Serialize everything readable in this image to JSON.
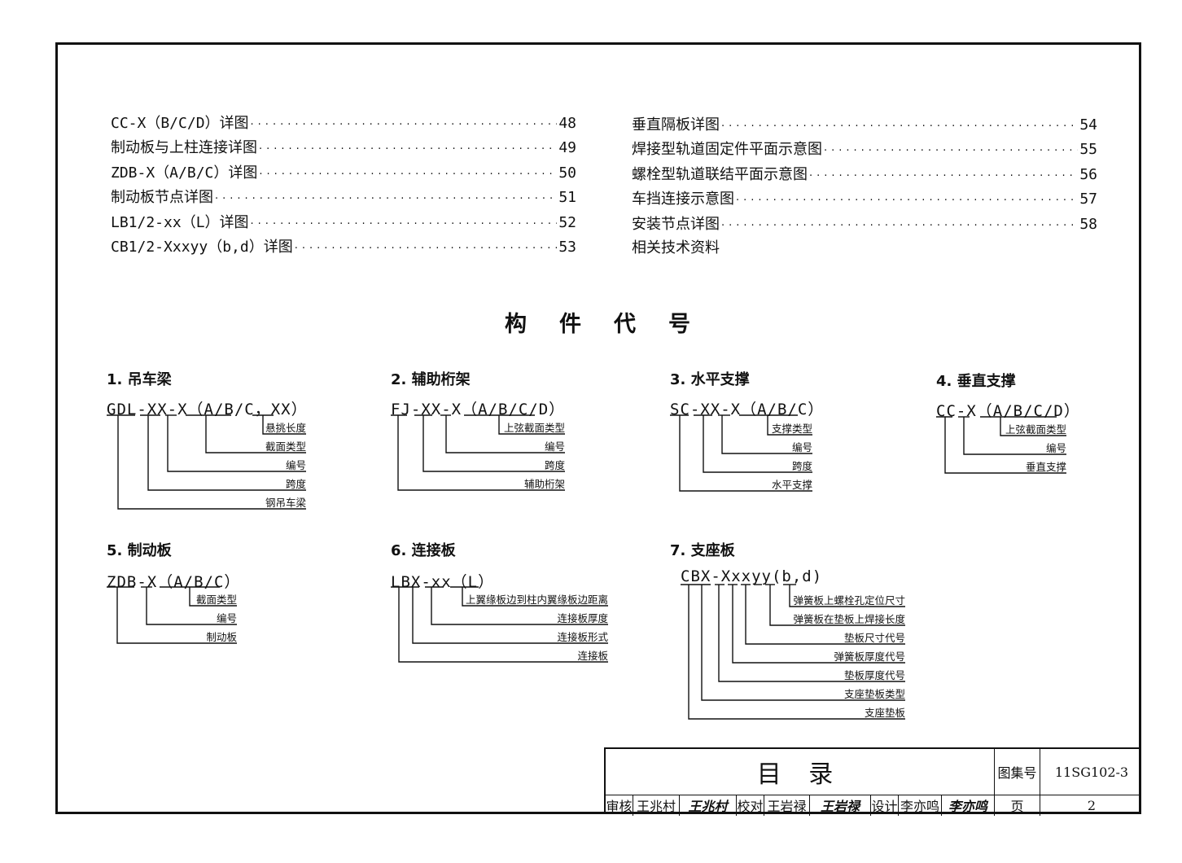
{
  "toc": {
    "left": [
      {
        "title": "CC-X（B/C/D）详图",
        "page": "48"
      },
      {
        "title": "制动板与上柱连接详图",
        "page": "49"
      },
      {
        "title": "ZDB-X（A/B/C）详图",
        "page": "50"
      },
      {
        "title": "制动板节点详图",
        "page": "51"
      },
      {
        "title": "LB1/2-xx（L）详图",
        "page": "52"
      },
      {
        "title": "CB1/2-Xxxyy（b,d）详图",
        "page": "53"
      }
    ],
    "right": [
      {
        "title": "垂直隔板详图",
        "page": "54"
      },
      {
        "title": "焊接型轨道固定件平面示意图",
        "page": "55"
      },
      {
        "title": "螺栓型轨道联结平面示意图",
        "page": "56"
      },
      {
        "title": "车挡连接示意图",
        "page": "57"
      },
      {
        "title": "安装节点详图",
        "page": "58"
      },
      {
        "title": "相关技术资料",
        "page": ""
      }
    ]
  },
  "section_title": "构件代号",
  "groups": [
    {
      "title": "1. 吊车梁",
      "code": "GDL-XX-X（A/B/C，XX）",
      "labels": [
        "悬挑长度",
        "截面类型",
        "编号",
        "跨度",
        "钢吊车梁"
      ]
    },
    {
      "title": "2. 辅助桁架",
      "code": "FJ-XX-X（A/B/C/D）",
      "labels": [
        "上弦截面类型",
        "编号",
        "跨度",
        "辅助桁架"
      ]
    },
    {
      "title": "3. 水平支撑",
      "code": "SC-XX-X（A/B/C）",
      "labels": [
        "支撑类型",
        "编号",
        "跨度",
        "水平支撑"
      ]
    },
    {
      "title": "4. 垂直支撑",
      "code": "CC-X（A/B/C/D）",
      "labels": [
        "上弦截面类型",
        "编号",
        "垂直支撑"
      ]
    },
    {
      "title": "5. 制动板",
      "code": "ZDB-X（A/B/C）",
      "labels": [
        "截面类型",
        "编号",
        "制动板"
      ]
    },
    {
      "title": "6. 连接板",
      "code": "LBX-xx（L）",
      "labels": [
        "上翼缘板边到柱内翼缘板边距离",
        "连接板厚度",
        "连接板形式",
        "连接板"
      ]
    },
    {
      "title": "7. 支座板",
      "code": "CBX-Xxxyy(b,d)",
      "labels": [
        "弹簧板上螺栓孔定位尺寸",
        "弹簧板在垫板上焊接长度",
        "垫板尺寸代号",
        "弹簧板厚度代号",
        "垫板厚度代号",
        "支座垫板类型",
        "支座垫板"
      ]
    }
  ],
  "title_block": {
    "title": "目  录",
    "atlas_label": "图集号",
    "atlas_no": "11SG102-3",
    "review_label": "审核",
    "reviewer": "王兆村",
    "reviewer_sig": "王兆村",
    "check_label": "校对",
    "checker": "王岩禄",
    "checker_sig": "王岩禄",
    "design_label": "设计",
    "designer": "李亦鸣",
    "designer_sig": "李亦鸣",
    "page_label": "页",
    "page_no": "2"
  }
}
